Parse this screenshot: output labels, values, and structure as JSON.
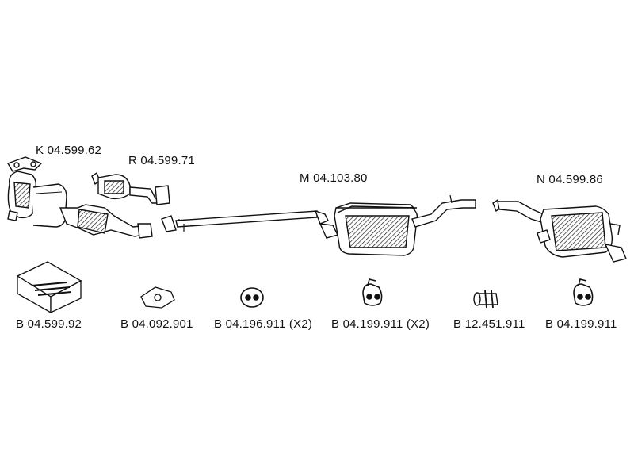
{
  "main_parts": [
    {
      "code": "K 04.599.62",
      "part": "front-pipe-catalyst"
    },
    {
      "code": "R 04.599.71",
      "part": "catalyst-section"
    },
    {
      "code": "M 04.103.80",
      "part": "middle-silencer"
    },
    {
      "code": "N 04.599.86",
      "part": "rear-silencer"
    }
  ],
  "accessories": [
    {
      "code": "B 04.599.92",
      "part": "fitting-kit-box"
    },
    {
      "code": "B 04.092.901",
      "part": "gasket"
    },
    {
      "code": "B 04.196.911 (X2)",
      "part": "rubber-mount"
    },
    {
      "code": "B 04.199.911 (X2)",
      "part": "rubber-hanger"
    },
    {
      "code": "B 12.451.911",
      "part": "pipe-clamp"
    },
    {
      "code": "B 04.199.911",
      "part": "rubber-hanger"
    }
  ],
  "colors": {
    "line": "#111111",
    "background": "#ffffff",
    "shade": "#444444"
  }
}
